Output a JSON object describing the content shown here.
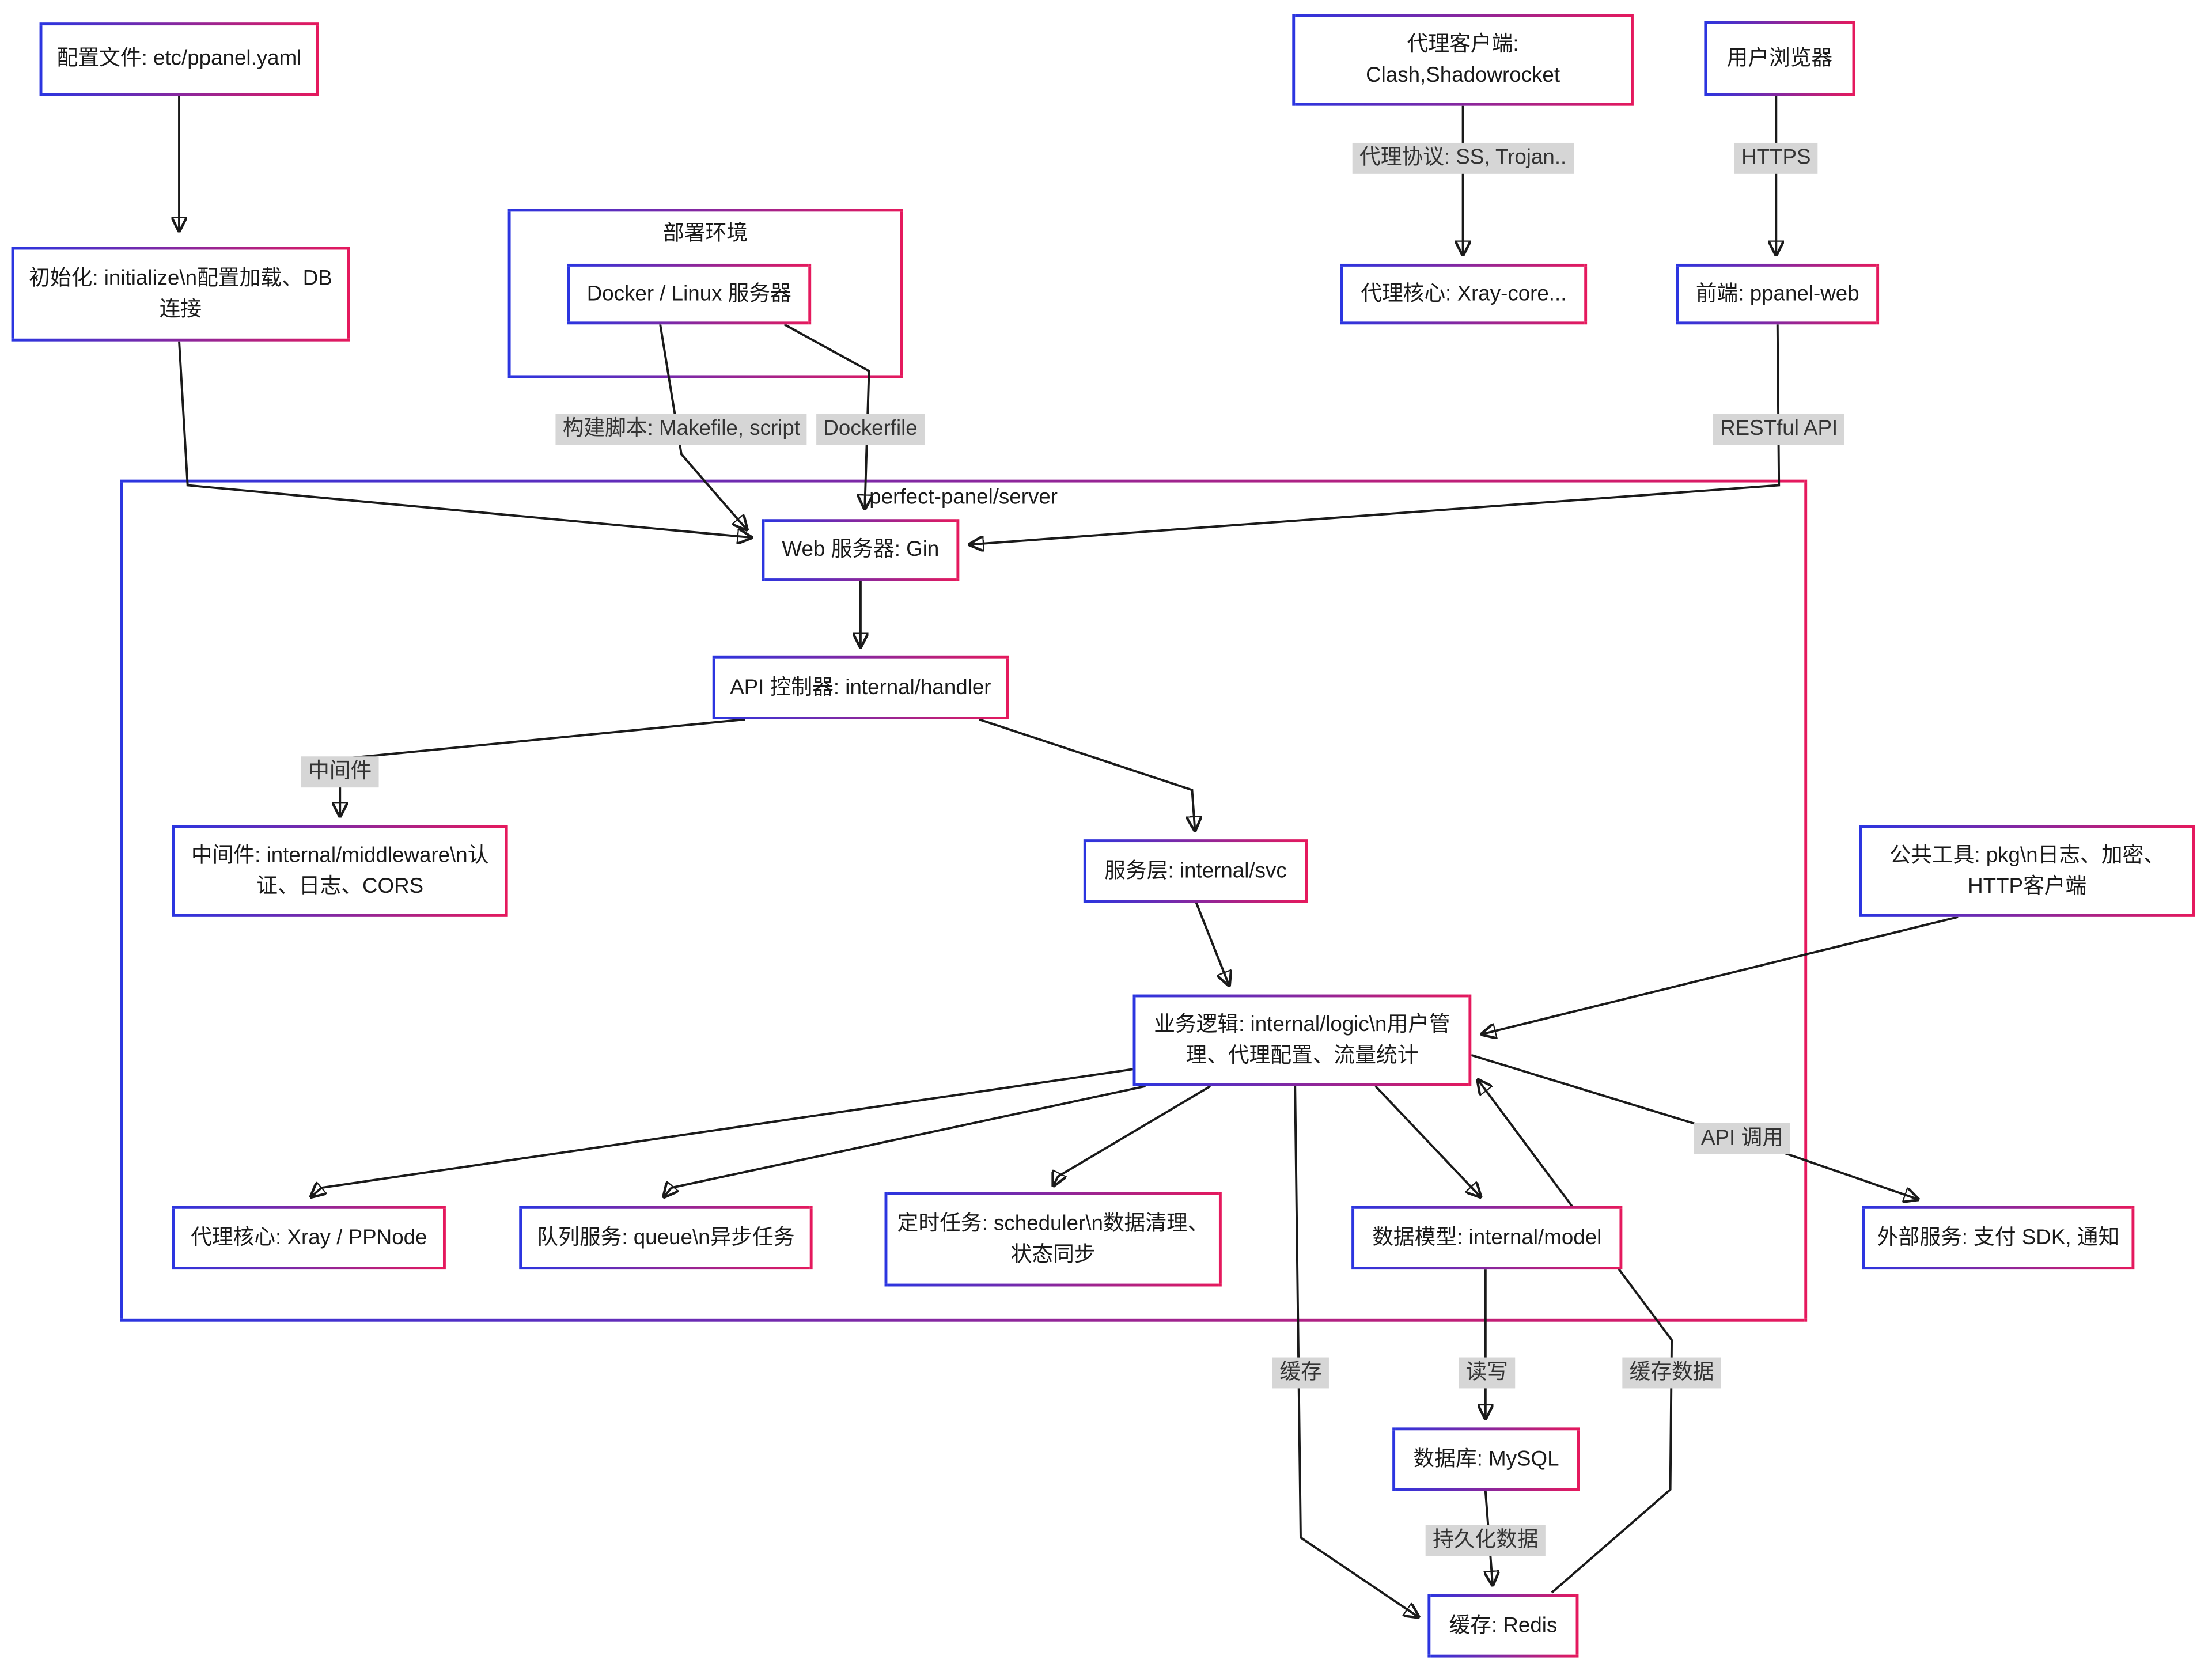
{
  "diagram": {
    "type": "flowchart",
    "subgraphs": {
      "deploy_env": {
        "label": "部署环境"
      },
      "server": {
        "label": "perfect-panel/server"
      }
    },
    "nodes": {
      "config": "配置文件: etc/ppanel.yaml",
      "init": "初始化: initialize\\n配置加载、DB连接",
      "docker": "Docker / Linux 服务器",
      "proxy_client": "代理客户端:\nClash,Shadowrocket",
      "browser": "用户浏览器",
      "xray_core": "代理核心: Xray-core...",
      "ppanel_web": "前端: ppanel-web",
      "gin": "Web 服务器: Gin",
      "handler": "API 控制器: internal/handler",
      "middleware": "中间件: internal/middleware\\n认证、日志、CORS",
      "svc": "服务层: internal/svc",
      "pkg": "公共工具: pkg\\n日志、加密、HTTP客户端",
      "logic": "业务逻辑: internal/logic\\n用户管理、代理配置、流量统计",
      "ppnode": "代理核心: Xray / PPNode",
      "queue": "队列服务: queue\\n异步任务",
      "scheduler": "定时任务: scheduler\\n数据清理、状态同步",
      "model": "数据模型: internal/model",
      "external": "外部服务: 支付 SDK, 通知",
      "mysql": "数据库: MySQL",
      "redis": "缓存: Redis"
    },
    "edge_labels": {
      "proxy_protocol": "代理协议: SS, Trojan..",
      "https": "HTTPS",
      "build_script": "构建脚本: Makefile, script",
      "dockerfile": "Dockerfile",
      "restful_api": "RESTful API",
      "middleware": "中间件",
      "api_call": "API 调用",
      "cache": "缓存",
      "read_write": "读写",
      "cache_data": "缓存数据",
      "persist": "持久化数据"
    },
    "colors": {
      "border_gradient_start": "#2b35e0",
      "border_gradient_end": "#e5195d",
      "edge_stroke": "#1a1a1a",
      "edge_label_bg": "#d6d6d6",
      "node_bg": "#ffffff"
    }
  }
}
